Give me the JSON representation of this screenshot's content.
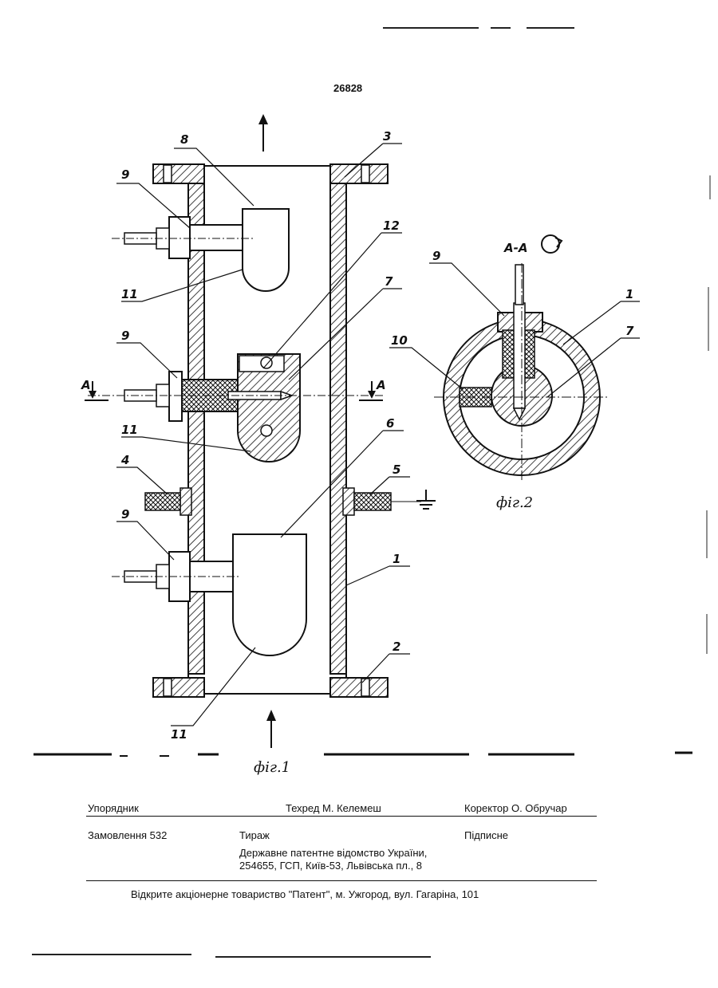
{
  "page_number": "26828",
  "figures": {
    "fig1_caption": "фіг.1",
    "fig2_caption": "фіг.2",
    "section_title": "А-А",
    "section_marker": "А",
    "fig1_callouts": [
      "8",
      "3",
      "9",
      "12",
      "7",
      "11",
      "9",
      "11",
      "6",
      "4",
      "5",
      "9",
      "1",
      "2",
      "11"
    ],
    "fig2_callouts": [
      "9",
      "1",
      "10",
      "7"
    ]
  },
  "footer": {
    "compiler": "Упорядник",
    "tech_editor": "Техред М. Келемеш",
    "proofreader": "Коректор О. Обручар",
    "order": "Замовлення 532",
    "circulation": "Тираж",
    "signed": "Підписне",
    "office_line1": "Державне патентне відомство України,",
    "office_line2": "254655, ГСП, Київ-53, Львівська пл., 8",
    "publisher": "Відкрите акціонерне товариство \"Патент\", м. Ужгород, вул. Гагаріна, 101"
  }
}
